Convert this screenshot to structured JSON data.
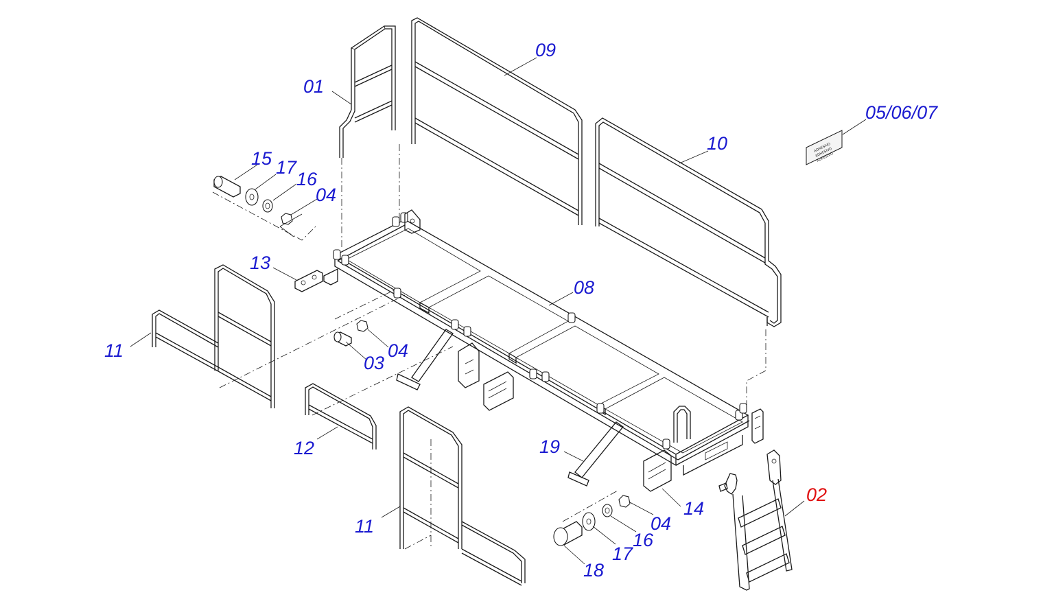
{
  "colors": {
    "callout": "#1a1ad0",
    "callout_highlight": "#e01010",
    "line": "#1a1a1a"
  },
  "callouts": {
    "p01": "01",
    "p09": "09",
    "p0567": "05/06/07",
    "p10": "10",
    "p15": "15",
    "p17a": "17",
    "p16a": "16",
    "p04a": "04",
    "p13": "13",
    "p08": "08",
    "p11a": "11",
    "p04b": "04",
    "p03": "03",
    "p12": "12",
    "p19": "19",
    "p14": "14",
    "p02": "02",
    "p11b": "11",
    "p04c": "04",
    "p16b": "16",
    "p17b": "17",
    "p18": "18"
  },
  "decal": {
    "lines": [
      "ADHESIVO",
      "ADHESIVO",
      "ADHESIVO"
    ]
  }
}
